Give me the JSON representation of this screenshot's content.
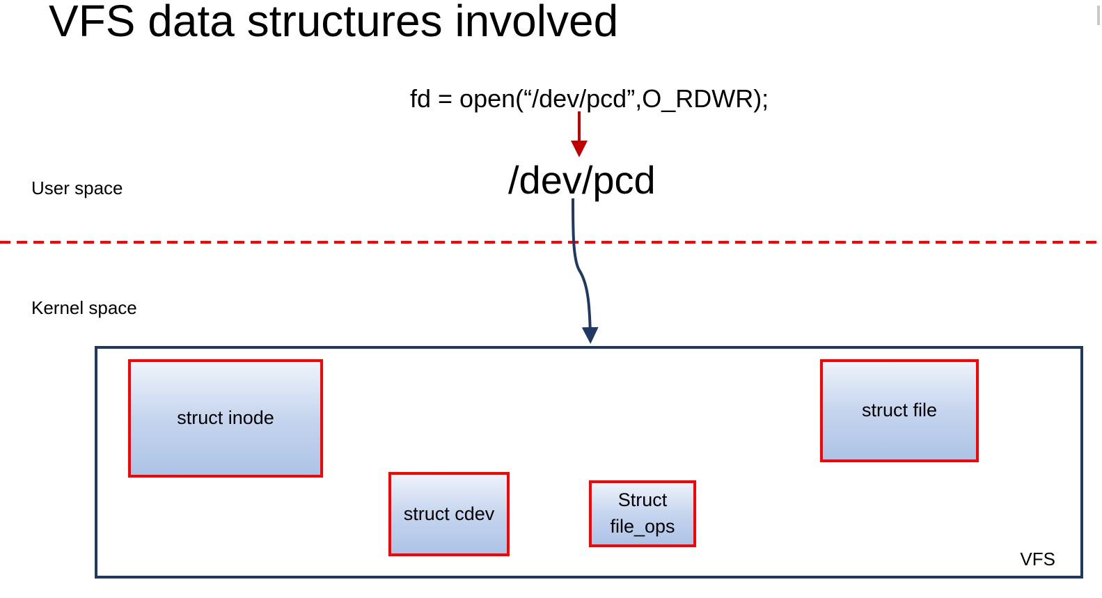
{
  "title": "VFS data structures involved",
  "code_line": "fd = open(“/dev/pcd”,O_RDWR);",
  "device_path": "/dev/pcd",
  "regions": {
    "user_space": "User space",
    "kernel_space": "Kernel space"
  },
  "vfs": {
    "label": "VFS",
    "structs": {
      "inode": "struct inode",
      "file": "struct file",
      "cdev": "struct cdev",
      "file_ops": "Struct\nfile_ops"
    }
  },
  "colors": {
    "divider": "#ff0000",
    "open_arrow": "#c00000",
    "kernel_arrow": "#1f3864",
    "vfs_border": "#1f3864",
    "struct_border": "#ff0000",
    "struct_fill_top": "#eef3fb",
    "struct_fill_bottom": "#adc3e6"
  }
}
